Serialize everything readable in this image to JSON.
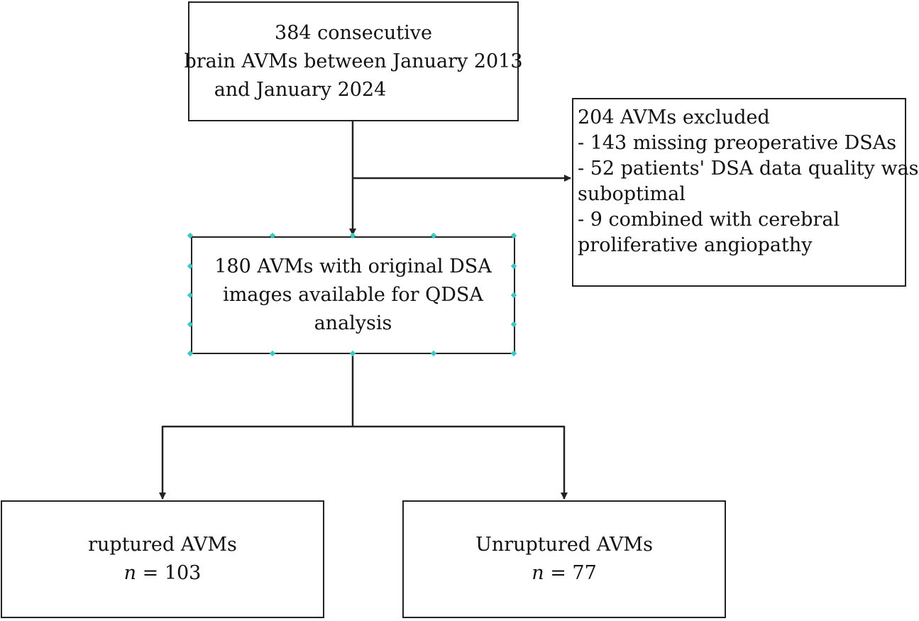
{
  "start_box": {
    "line1": "384 consecutive",
    "line2": "brain AVMs between January 2013",
    "line3": "and January 2024"
  },
  "excluded_box": {
    "title": "204 AVMs excluded",
    "items": [
      "- 143 missing preoperative DSAs",
      "- 52 patients' DSA data quality was",
      "suboptimal",
      "- 9 combined with cerebral",
      "proliferative angiopathy"
    ]
  },
  "available_box": {
    "line1": "180 AVMs with original DSA",
    "line2": "images available for QDSA",
    "line3": "analysis"
  },
  "ruptured_box": {
    "label": "ruptured AVMs",
    "n_symbol": "n",
    "n_value": "= 103"
  },
  "unruptured_box": {
    "label": "Unruptured AVMs",
    "n_symbol": "n",
    "n_value": "= 77"
  },
  "colors": {
    "border": "#222222",
    "selection_handle": "#3fc6c6"
  }
}
